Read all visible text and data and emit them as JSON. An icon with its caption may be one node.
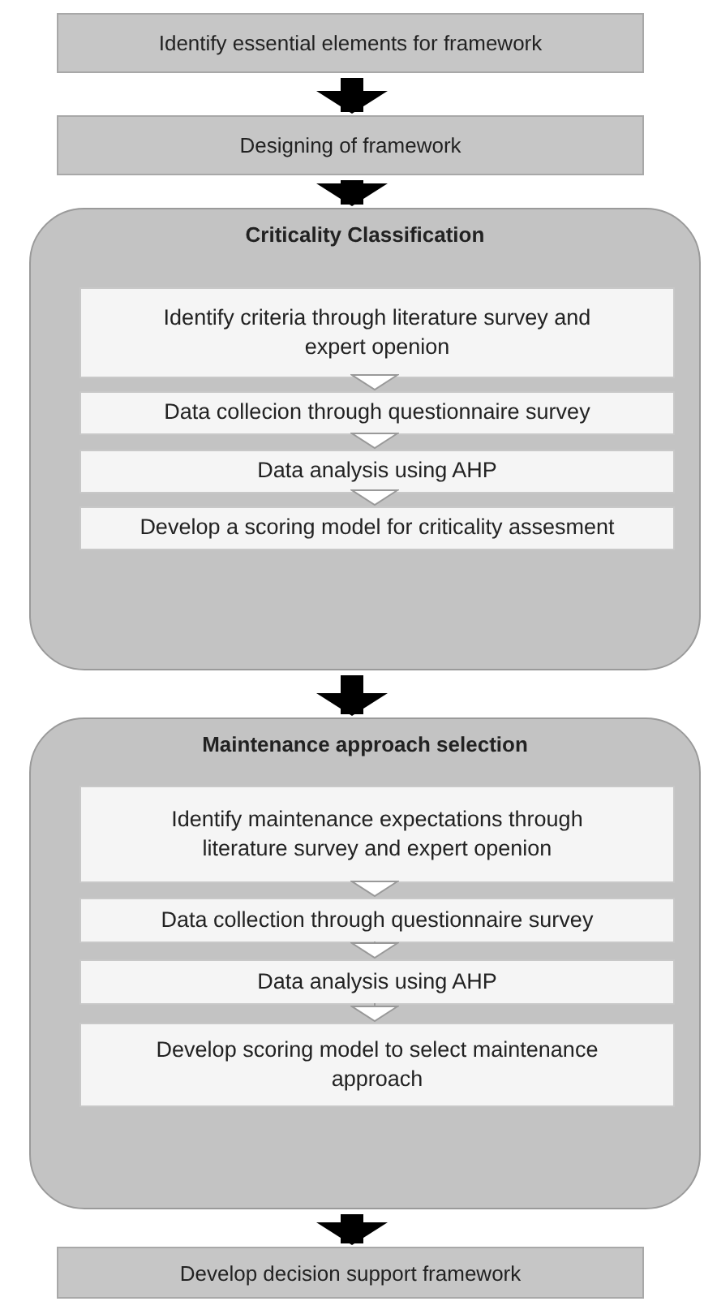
{
  "diagram": {
    "nodes": [
      {
        "text": [
          "Identify essential elements for framework"
        ]
      },
      {
        "text": [
          "Designing of framework"
        ]
      },
      {
        "text": [
          "Criticality Classification"
        ]
      },
      {
        "text": [
          "Identify criteria  through literature survey and expert openion"
        ],
        "in": 2
      },
      {
        "text": [
          "Data collecion through questionnaire survey"
        ],
        "in": 2
      },
      {
        "text": [
          "Data analysis using AHP"
        ],
        "in": 2
      },
      {
        "text": [
          "Develop a scoring model for criticality assesment"
        ],
        "in": 2
      },
      {
        "text": [
          "Maintenance approach selection"
        ]
      },
      {
        "text": [
          "Identify maintenance expectations through literature survey and expert openion"
        ],
        "in": 7
      },
      {
        "text": [
          "Data collection through questionnaire survey"
        ],
        "in": 7
      },
      {
        "text": [
          "Data analysis using AHP"
        ],
        "in": 7
      },
      {
        "text": [
          "Develop scoring model to select maintenance approach"
        ],
        "in": 7
      },
      {
        "text": [
          "Develop decision support framework"
        ]
      }
    ],
    "edges": [
      {
        "from": 0,
        "to": 1,
        "arrow": "to",
        "style": "thick",
        "color": "#000000"
      },
      {
        "from": 1,
        "to": 2,
        "arrow": "to",
        "style": "thick",
        "color": "#000000"
      },
      {
        "from": 3,
        "to": 4,
        "arrow": "to"
      },
      {
        "from": 4,
        "to": 5,
        "arrow": "to"
      },
      {
        "from": 5,
        "to": 6,
        "arrow": "to"
      },
      {
        "from": 2,
        "to": 7,
        "arrow": "to",
        "style": "thick",
        "color": "#000000"
      },
      {
        "from": 8,
        "to": 9,
        "arrow": "to"
      },
      {
        "from": 9,
        "to": 10,
        "arrow": "to"
      },
      {
        "from": 10,
        "to": 11,
        "arrow": "to"
      },
      {
        "from": 7,
        "to": 12,
        "arrow": "to",
        "style": "thick",
        "color": "#000000"
      }
    ]
  }
}
